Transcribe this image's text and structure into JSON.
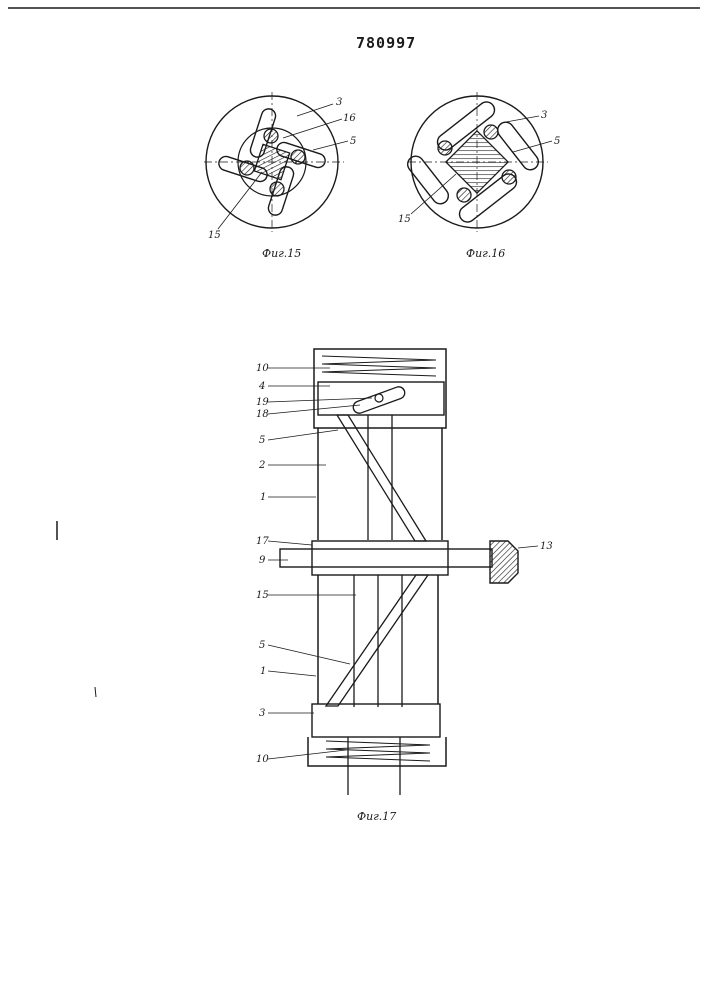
{
  "document": {
    "patent_number": "780997"
  },
  "figures": {
    "fig15": {
      "caption": "Фиг.15",
      "labels": {
        "l3": "3",
        "l16": "16",
        "l5": "5",
        "l15": "15"
      }
    },
    "fig16": {
      "caption": "Фиг.16",
      "labels": {
        "l3": "3",
        "l5": "5",
        "l15": "15"
      }
    },
    "fig17": {
      "caption": "Фиг.17",
      "labels": {
        "l10_top": "10",
        "l4": "4",
        "l19": "19",
        "l18": "18",
        "l5_top": "5",
        "l2": "2",
        "l1_top": "1",
        "l17": "17",
        "l9": "9",
        "l13": "13",
        "l15": "15",
        "l5_bottom": "5",
        "l1_bottom": "1",
        "l3": "3",
        "l10_bottom": "10"
      }
    }
  },
  "colors": {
    "ink": "#1a1a1a",
    "paper": "#ffffff"
  }
}
